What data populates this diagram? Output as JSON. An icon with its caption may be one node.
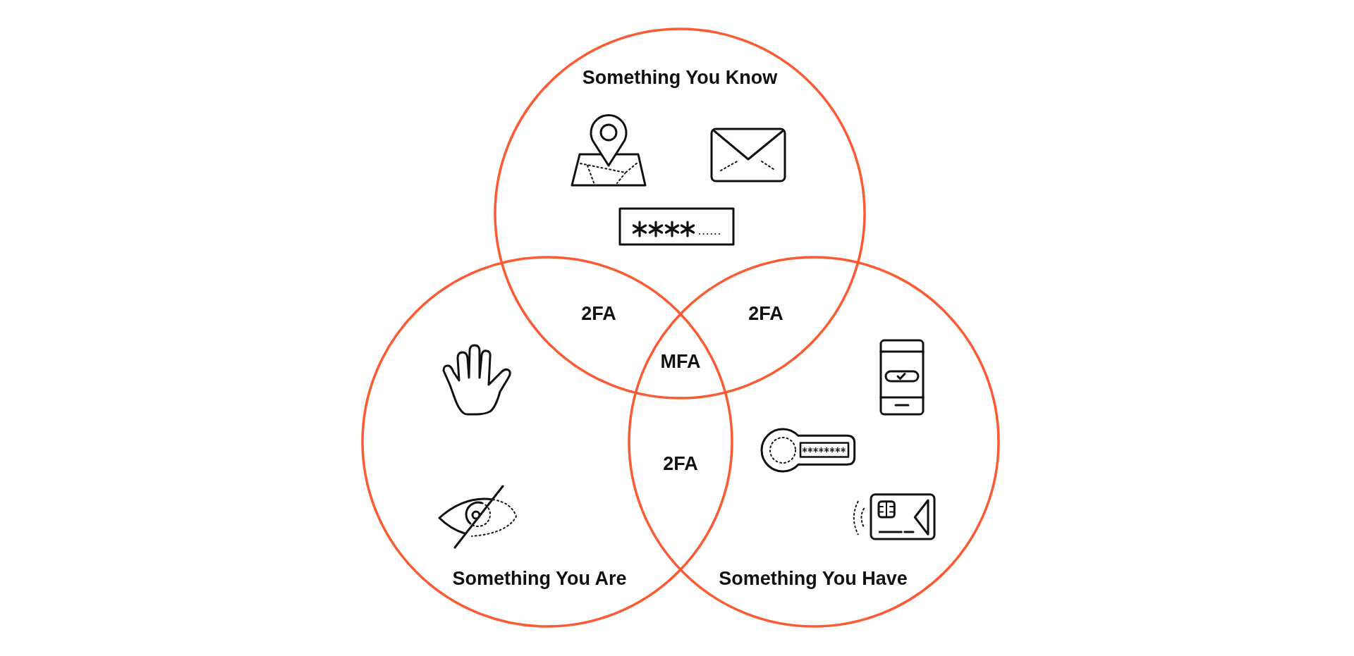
{
  "diagram": {
    "nodes": [
      {
        "text": [
          "Something You Know"
        ]
      },
      {
        "text": [
          "Something You Are"
        ]
      },
      {
        "text": [
          "Something You Have"
        ]
      }
    ],
    "labels": [
      "2FA",
      "2FA",
      "MFA",
      "2FA"
    ]
  }
}
